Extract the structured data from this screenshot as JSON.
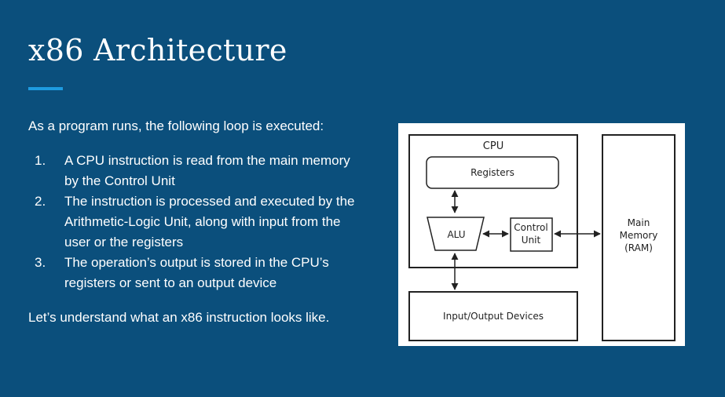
{
  "slide": {
    "title": "x86 Architecture",
    "intro": "As a program runs, the following loop is executed:",
    "steps": [
      {
        "num": "1.",
        "text": "A CPU instruction is read from the main memory by the Control Unit"
      },
      {
        "num": "2.",
        "text": "The instruction is processed and executed by the Arithmetic-Logic Unit, along with input from the user or the registers"
      },
      {
        "num": "3.",
        "text": "The operation’s output is stored in the CPU’s registers or sent to an output device"
      }
    ],
    "outro": "Let’s understand what an x86 instruction looks like."
  },
  "diagram": {
    "cpu_label": "CPU",
    "registers_label": "Registers",
    "alu_label": "ALU",
    "control_unit_line1": "Control",
    "control_unit_line2": "Unit",
    "main_memory_line1": "Main",
    "main_memory_line2": "Memory",
    "main_memory_line3": "(RAM)",
    "io_label": "Input/Output Devices"
  },
  "colors": {
    "background": "#0b4f7c",
    "accent": "#1e9be0"
  }
}
